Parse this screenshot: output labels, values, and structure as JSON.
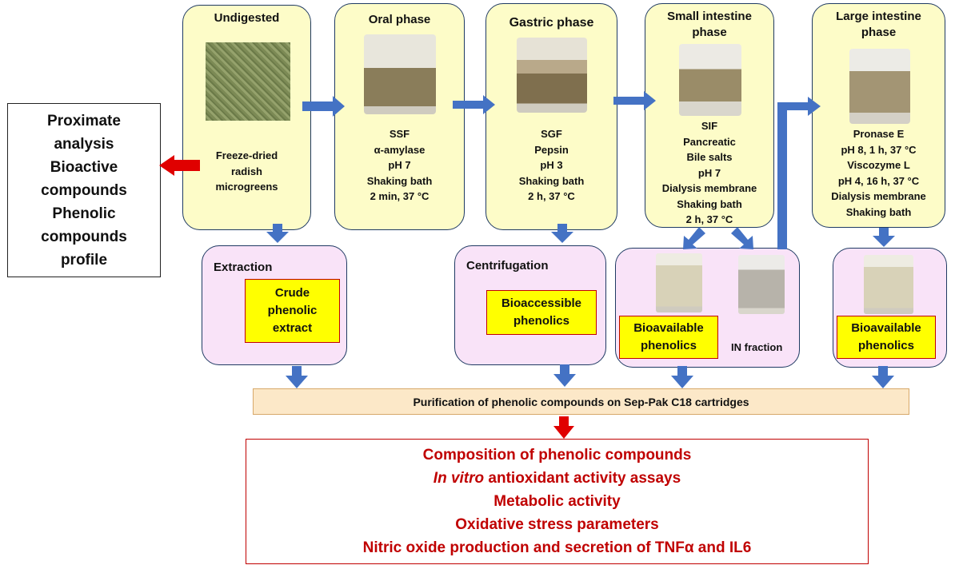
{
  "phases": [
    {
      "title": "Undigested",
      "desc": "Freeze-dried\nradish\nmicrogreens",
      "image": "radish-powder-photo"
    },
    {
      "title": "Oral phase",
      "desc": "SSF\nα-amylase\npH 7\nShaking bath\n2 min, 37 °C",
      "image": "oral-beaker-photo"
    },
    {
      "title": "Gastric  phase",
      "desc": "SGF\nPepsin\npH 3\nShaking bath\n2 h, 37 °C",
      "image": "gastric-beaker-photo"
    },
    {
      "title": "Small intestine\nphase",
      "desc": "SIF\nPancreatic\nBile salts\npH 7\nDialysis membrane\nShaking bath\n2 h, 37 °C",
      "image": "small-intestine-beaker-photo"
    },
    {
      "title": "Large intestine\nphase",
      "desc": "Pronase E\npH 8, 1 h, 37 °C\nViscozyme L\npH 4, 16 h, 37 °C\nDialysis membrane\nShaking bath",
      "image": "large-intestine-beaker-photo"
    }
  ],
  "proximate": "Proximate\nanalysis\nBioactive\ncompounds\nPhenolic\ncompounds\nprofile",
  "lower": {
    "extraction": {
      "label": "Extraction",
      "box": "Crude\nphenolic\nextract"
    },
    "centrifugation": {
      "label": "Centrifugation",
      "box": "Bioaccessible\nphenolics"
    },
    "small": {
      "box": "Bioavailable\nphenolics",
      "in_fraction": "IN fraction"
    },
    "large": {
      "box": "Bioavailable\nphenolics"
    }
  },
  "purification": "Purification of phenolic compounds on Sep-Pak C18 cartridges",
  "outputs": {
    "line1": "Composition of phenolic compounds",
    "line2_italic": "In vitro",
    "line2_rest": " antioxidant activity assays",
    "line3": "Metabolic activity",
    "line4": "Oxidative stress parameters",
    "line5": "Nitric oxide production and secretion of TNFα and IL6"
  },
  "colors": {
    "phase_fill": "#fdfcc8",
    "lower_fill": "#f9e3f8",
    "highlight": "#ffff00",
    "arrow_blue": "#4472c4",
    "arrow_red": "#e00000",
    "output_text": "#c00000"
  }
}
